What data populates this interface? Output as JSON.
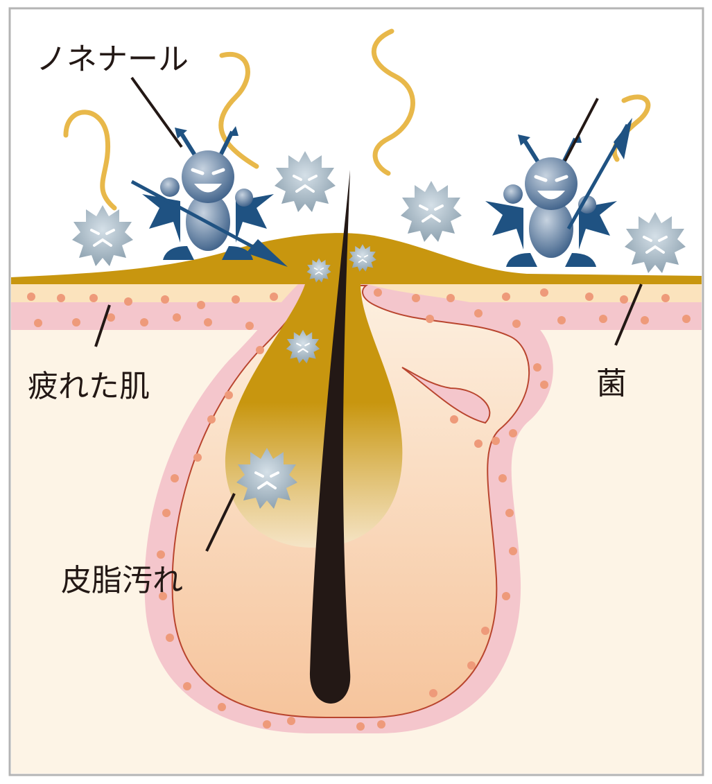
{
  "labels": {
    "nonenal": "ノネナール",
    "tired_skin": "疲れた肌",
    "sebum_dirt": "皮脂汚れ",
    "bacteria": "菌"
  },
  "colors": {
    "sebum": "#c8960f",
    "skin_pink": "#f4c6cc",
    "skin_cream": "#fdf4e6",
    "dots": "#ee9a7a",
    "demon": "#1f5282",
    "germ": "#8fa3b1",
    "odor": "#e8b84a",
    "hair": "#231815"
  }
}
